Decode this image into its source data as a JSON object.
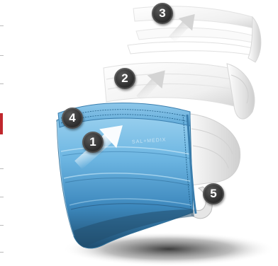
{
  "markers": [
    "1",
    "2",
    "3",
    "4",
    "5"
  ],
  "brand_text": "SAL+MEDIX",
  "colors": {
    "mask_blue_light": "#7fc1e6",
    "mask_blue": "#4a9fd3",
    "mask_blue_dark": "#2a5c80",
    "marker_fill": "#333333",
    "accent_tab": "#c0272d"
  },
  "icons": [
    "arrow-up-right-icon",
    "arrow-up-right-icon",
    "arrow-up-right-icon"
  ]
}
